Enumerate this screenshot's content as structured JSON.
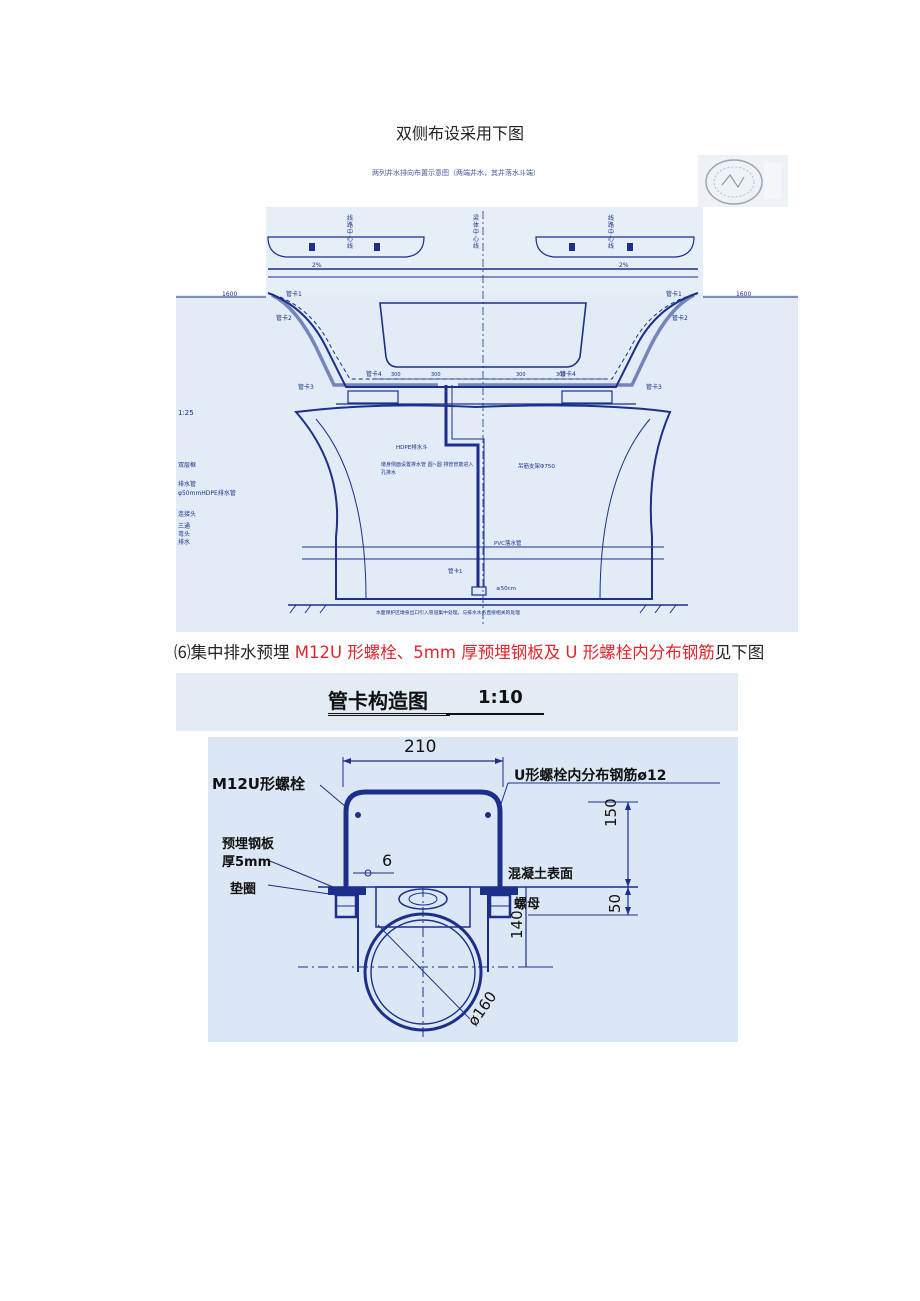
{
  "page_title": "双侧布设采用下图",
  "figure1": {
    "caption": "两列井水排向布置示意图（两端井水，其井落水斗端）",
    "left_labels": [
      "1:25",
      "双层框",
      "排水管",
      "φ50mmHDPE排水管",
      "连接头",
      "三通",
      "弯头",
      "排水"
    ],
    "pipe_labels": [
      "管卡1",
      "管卡2",
      "管卡3",
      "管卡4"
    ],
    "top_labels": [
      "线路中心线",
      "梁体中心线",
      "线路中心线"
    ],
    "slope": "2%",
    "dim_left": "1600",
    "dim_right": "1600",
    "dims_bottom": [
      "300",
      "300",
      "300",
      "300"
    ],
    "hdpe_label": "HDPE排水斗",
    "note_middle": "墩身侧面设置排水管 圆~圆 排管管筋进入孔排水",
    "support_label": "吊筋支架Φ750",
    "pvc_label": "PVC落水管",
    "clearance": "≥50cm",
    "bottom_note": "水面保护区墩身出口引入管道集中处理，与排水水务直接相关的处理"
  },
  "section_heading": {
    "prefix": "⑹集中排水预埋 ",
    "highlight": "M12U 形螺栓、5mm 厚预埋钢板及 U 形螺栓内分布钢筋",
    "suffix": "见下图"
  },
  "figure2": {
    "title": "管卡构造图",
    "scale": "1:10",
    "dim_width": "210",
    "label_bolt": "M12U形螺栓",
    "label_rebar": "U形螺栓内分布钢筋ø12",
    "label_plate_1": "预埋钢板",
    "label_plate_2": "厚5mm",
    "label_weld": "6",
    "label_concrete": "混凝土表面",
    "label_washer": "垫圈",
    "label_nut": "螺母",
    "dim_150": "150",
    "dim_50": "50",
    "dim_140": "140",
    "dim_pipe": "ø160"
  },
  "colors": {
    "blueprint_bg": "#dfeaf6",
    "line_blue": "#1c2f8a",
    "red_text": "#e3242b"
  }
}
